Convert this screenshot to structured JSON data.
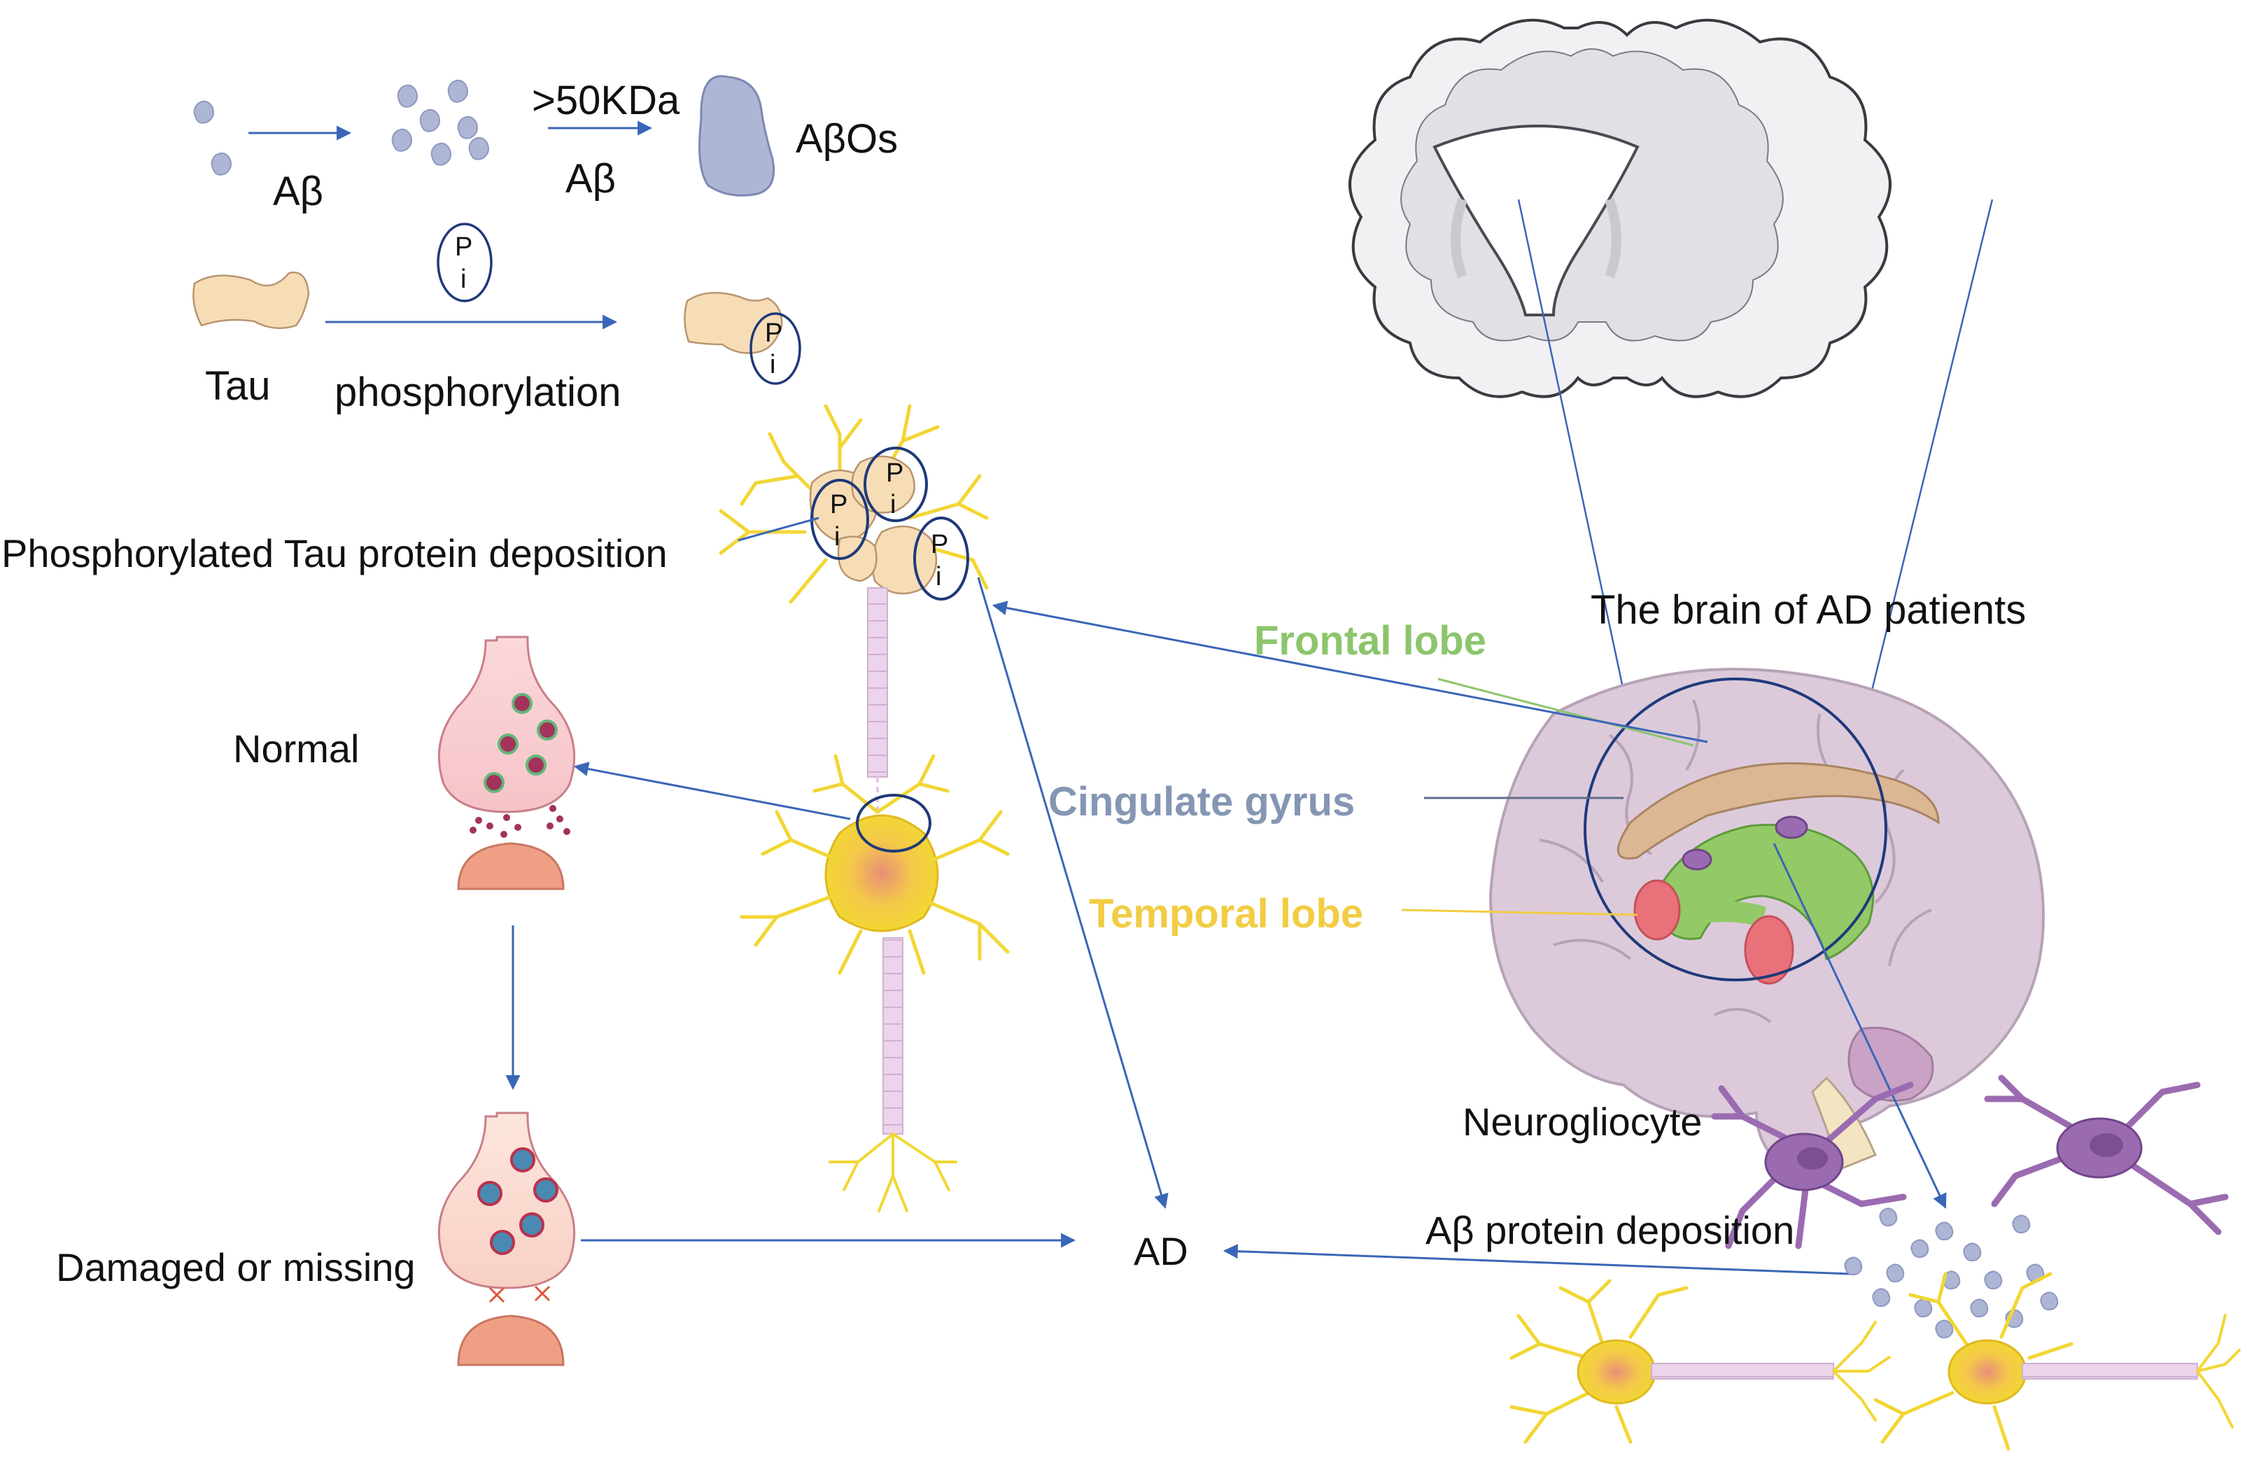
{
  "labels": {
    "ab1": "Aβ",
    "kda": ">50KDa",
    "ab2": "Aβ",
    "abos": "AβOs",
    "pi_p": "P",
    "pi_i": "i",
    "tau": "Tau",
    "phosphorylation": "phosphorylation",
    "ptau": "Phosphorylated Tau protein deposition",
    "normal": "Normal",
    "damaged": "Damaged or missing",
    "ad": "AD",
    "brain": "The brain of AD patients",
    "frontal": "Frontal lobe",
    "cingulate": "Cingulate gyrus",
    "temporal": "Temporal lobe",
    "neuroglio": "Neurogliocyte",
    "abdep": "Aβ protein deposition"
  },
  "colors": {
    "arrow": "#3a66b7",
    "circle": "#1f3a7a",
    "frontal": "#8cc56c",
    "cingulate": "#8596b3",
    "temporal": "#f2cc43",
    "abeta": "#aeb6d6",
    "tau": "#f7ddb6",
    "neuron": "#f2d634",
    "brain": "#dccadb",
    "glia": "#9b6bb1"
  }
}
